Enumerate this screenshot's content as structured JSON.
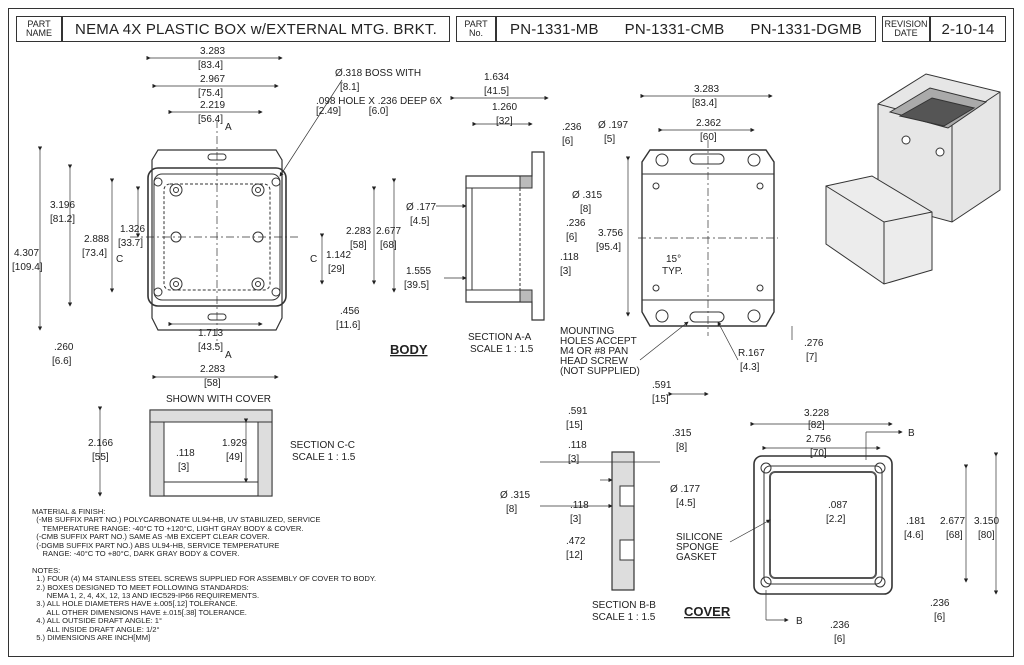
{
  "title_block": {
    "part_name_label": "PART\nNAME",
    "part_name": "NEMA 4X PLASTIC BOX w/EXTERNAL MTG. BRKT.",
    "part_no_label": "PART\nNo.",
    "part_numbers": [
      "PN-1331-MB",
      "PN-1331-CMB",
      "PN-1331-DGMB"
    ],
    "revision_label": "REVISION\nDATE",
    "revision_date": "2-10-14"
  },
  "body_view": {
    "label": "BODY",
    "dims": {
      "w_outer": "3.283",
      "w_outer_mm": "[83.4]",
      "w_mid": "2.967",
      "w_mid_mm": "[75.4]",
      "w_inner": "2.219",
      "w_inner_mm": "[56.4]",
      "boss_note_1": "Ø.318 BOSS WITH",
      "boss_note_1_mm": "[8.1]",
      "boss_note_2": ".098 HOLE X .236 DEEP 6X",
      "boss_note_2_mm": "[2.49]          [6.0]",
      "h_total": "4.307",
      "h_total_mm": "[109.4]",
      "h_body": "3.196",
      "h_body_mm": "[81.2]",
      "h_inner": "2.888",
      "h_inner_mm": "[73.4]",
      "h_half": "1.326",
      "h_half_mm": "[33.7]",
      "w_holes": "2.283",
      "w_holes_mm": "[58]",
      "h_holes": "2.677",
      "h_holes_mm": "[68]",
      "h_small": "1.142",
      "h_small_mm": "[29]",
      "tab": ".456",
      "tab_mm": "[11.6]",
      "bot_slot": "1.713",
      "bot_slot_mm": "[43.5]",
      "bot_w": "2.283",
      "bot_w_mm": "[58]",
      "tab_h": ".260",
      "tab_h_mm": "[6.6]",
      "section_c": "C",
      "section_a": "A"
    }
  },
  "section_aa": {
    "label": "SECTION A-A",
    "scale": "SCALE 1 : 1.5",
    "dims": {
      "d1": "1.634",
      "d1_mm": "[41.5]",
      "d2": "1.260",
      "d2_mm": "[32]",
      "d3": ".236",
      "d3_mm": "[6]",
      "d4": "Ø .177",
      "d4_mm": "[4.5]",
      "d5": "Ø .315",
      "d5_mm": "[8]",
      "d6": ".236",
      "d6_mm": "[6]",
      "d7": ".118",
      "d7_mm": "[3]",
      "d8": "1.555",
      "d8_mm": "[39.5]"
    }
  },
  "back_view": {
    "dims": {
      "w": "3.283",
      "w_mm": "[83.4]",
      "slot": "2.362",
      "slot_mm": "[60]",
      "hole": "Ø .197",
      "hole_mm": "[5]",
      "h": "3.756",
      "h_mm": "[95.4]",
      "angle": "15°",
      "angle_typ": "TYP.",
      "r": "R.167",
      "r_mm": "[4.3]",
      "tab": ".276",
      "tab_mm": "[7]",
      "bot": ".591",
      "bot_mm": "[15]"
    },
    "note": "MOUNTING\nHOLES ACCEPT\nM4 OR #8 PAN\nHEAD SCREW\n(NOT SUPPLIED)"
  },
  "section_cc": {
    "label": "SECTION C-C",
    "scale": "SCALE 1 : 1.5",
    "shown": "SHOWN WITH COVER",
    "dims": {
      "h": "2.166",
      "h_mm": "[55]",
      "d": ".118",
      "d_mm": "[3]",
      "h2": "1.929",
      "h2_mm": "[49]"
    }
  },
  "section_bb": {
    "label": "SECTION B-B",
    "scale": "SCALE 1 : 1.5",
    "dims": {
      "a": ".591",
      "a_mm": "[15]",
      "b": ".118",
      "b_mm": "[3]",
      "c": ".315",
      "c_mm": "[8]",
      "d": "Ø .315",
      "d_mm": "[8]",
      "e": "Ø .177",
      "e_mm": "[4.5]",
      "f": ".118",
      "f_mm": "[3]",
      "g": ".472",
      "g_mm": "[12]"
    }
  },
  "cover_view": {
    "label": "COVER",
    "gasket": "SILICONE\nSPONGE\nGASKET",
    "dims": {
      "w": "3.228",
      "w_mm": "[82]",
      "w2": "2.756",
      "w2_mm": "[70]",
      "e": ".087",
      "e_mm": "[2.2]",
      "f": ".181",
      "f_mm": "[4.6]",
      "h": "2.677",
      "h_mm": "[68]",
      "h2": "3.150",
      "h2_mm": "[80]",
      "g": ".236",
      "g_mm": "[6]",
      "g2": ".236",
      "g2_mm": "[6]",
      "b": "B"
    }
  },
  "notes": {
    "text": "MATERIAL & FINISH:\n  (-MB SUFFIX PART NO.) POLYCARBONATE UL94-HB, UV STABILIZED, SERVICE\n     TEMPERATURE RANGE: -40°C TO +120°C, LIGHT GRAY BODY & COVER.\n  (-CMB SUFFIX PART NO.) SAME AS -MB EXCEPT CLEAR COVER.\n  (-DGMB SUFFIX PART NO.) ABS UL94-HB, SERVICE TEMPERATURE\n     RANGE: -40°C TO +80°C, DARK GRAY BODY & COVER.\n\nNOTES:\n  1.) FOUR (4) M4 STAINLESS STEEL SCREWS SUPPLIED FOR ASSEMBLY OF COVER TO BODY.\n  2.) BOXES DESIGNED TO MEET FOLLOWING STANDARDS:\n       NEMA 1, 2, 4, 4X, 12, 13 AND IEC529-IP66 REQUIREMENTS.\n  3.) ALL HOLE DIAMETERS HAVE ±.005[.12] TOLERANCE.\n       ALL OTHER DIMENSIONS HAVE ±.015[.38] TOLERANCE.\n  4.) ALL OUTSIDE DRAFT ANGLE: 1°\n       ALL INSIDE DRAFT ANGLE: 1/2°\n  5.) DIMENSIONS ARE INCH[MM]"
  }
}
